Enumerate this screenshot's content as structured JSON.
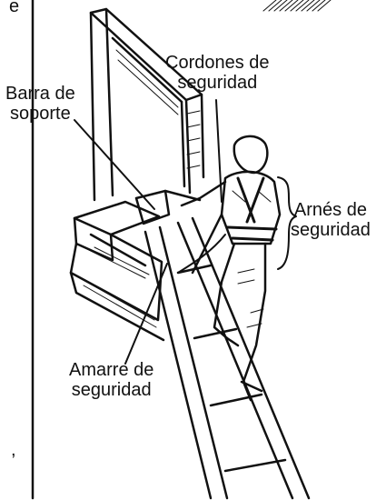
{
  "labels": {
    "cordones": {
      "line1": "Cordones de",
      "line2": "seguridad"
    },
    "barra": {
      "line1": "Barra de",
      "line2": "soporte"
    },
    "arnes": {
      "line1": "Arnés de",
      "line2": "seguridad"
    },
    "amarre": {
      "line1": "Amarre de",
      "line2": "seguridad"
    }
  },
  "margin_text": {
    "top": "e",
    "bottom": ","
  },
  "colors": {
    "ink": "#111111",
    "background": "#ffffff"
  }
}
